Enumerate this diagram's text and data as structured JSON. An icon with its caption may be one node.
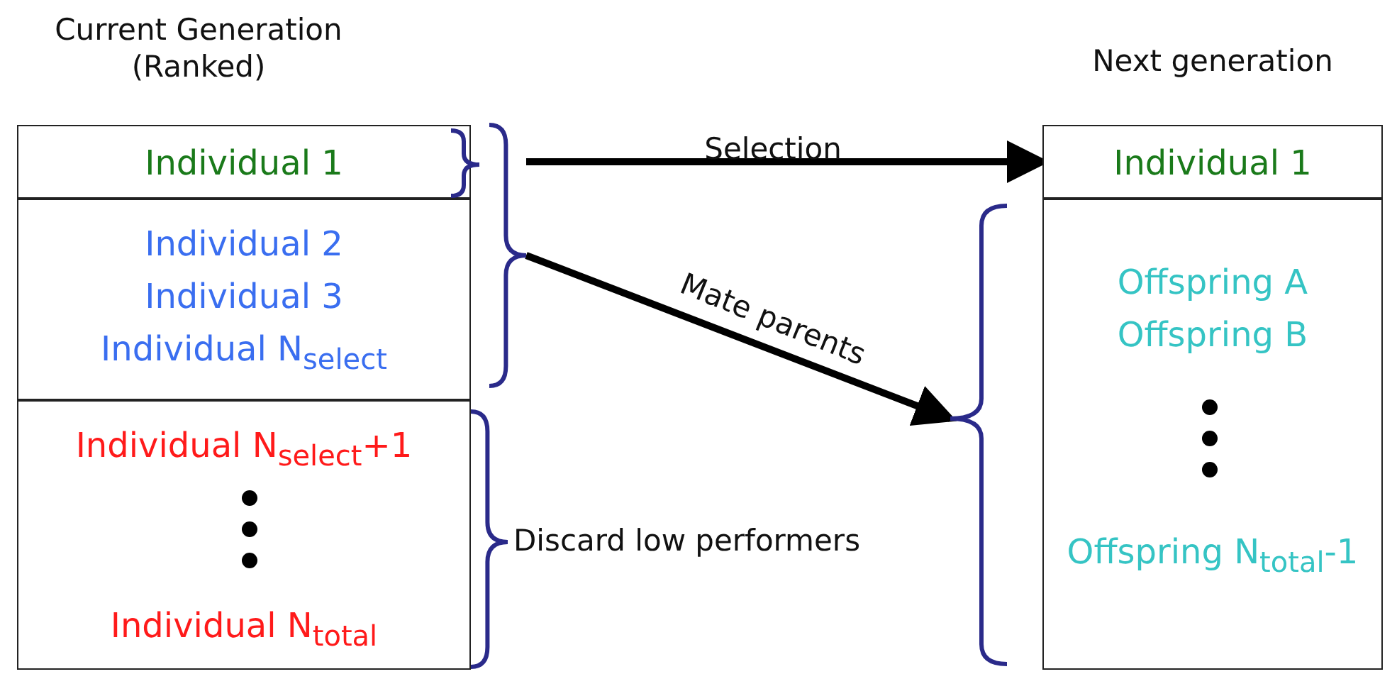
{
  "diagram": {
    "nodes": [
      {
        "text": [
          "Individual 1"
        ]
      },
      {
        "text": [
          "Individual 2",
          "Individual 3",
          "Individual N$_{select}$"
        ]
      },
      {
        "text": [
          "Individual N$_{select}$+1",
          "Individual N$_{total}$"
        ]
      },
      {
        "text": [
          "Individual 1"
        ]
      },
      {
        "text": [
          "Offspring A",
          "Offspring B",
          "Offspring N$_{total}$-1"
        ]
      },
      {
        "text": [],
        "shape": "brace"
      },
      {
        "text": [],
        "shape": "brace"
      }
    ],
    "edges": [
      {
        "from": 5,
        "to": 3,
        "arrow": "to",
        "label": "Selection"
      },
      {
        "from": 5,
        "to": 6,
        "arrow": "to",
        "label": "Mate parents"
      }
    ],
    "labels": [
      "Current Generation (Ranked)",
      "Next generation",
      "Discard low performers"
    ]
  }
}
